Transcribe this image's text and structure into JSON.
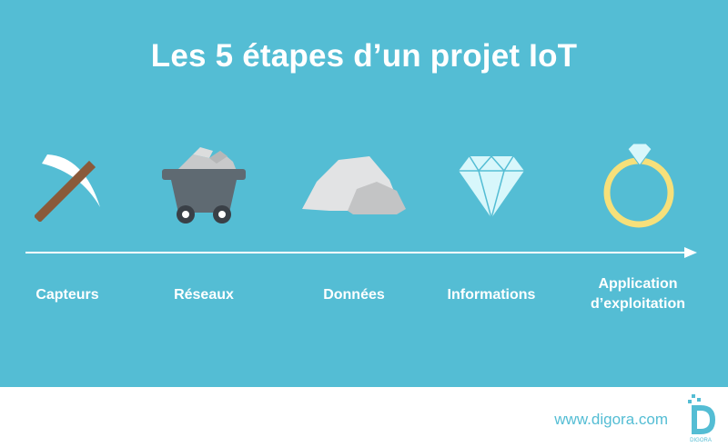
{
  "title": "Les 5 étapes d’un projet IoT",
  "steps": [
    {
      "label": "Capteurs",
      "icon": "pickaxe-icon"
    },
    {
      "label": "Réseaux",
      "icon": "mine-cart-icon"
    },
    {
      "label": "Données",
      "icon": "rocks-icon"
    },
    {
      "label": "Informations",
      "icon": "diamond-icon"
    },
    {
      "label": "Application d’exploitation",
      "icon": "ring-icon"
    }
  ],
  "footer": {
    "website": "www.digora.com",
    "logo_text": "DIGORA"
  },
  "colors": {
    "background": "#54bdd4",
    "text": "#ffffff",
    "footer_text": "#54bdd4",
    "ring_gold": "#f6e07a"
  }
}
